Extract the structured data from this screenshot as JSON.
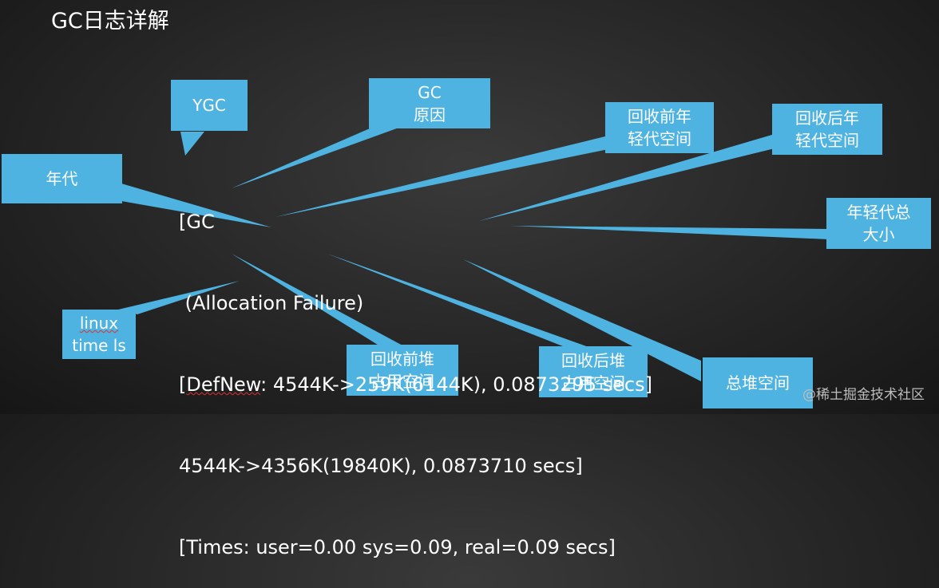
{
  "title": "GC日志详解",
  "callouts": {
    "ygc": "YGC",
    "gc_cause_line1": "GC",
    "gc_cause_line2": "原因",
    "young_before_line1": "回收前年",
    "young_before_line2": "轻代空间",
    "young_after_line1": "回收后年",
    "young_after_line2": "轻代空间",
    "generation": "年代",
    "young_total_line1": "年轻代总",
    "young_total_line2": "大小",
    "linux_time_line1": "linux",
    "linux_time_line2": "time ls",
    "heap_before_line1": "回收前堆",
    "heap_before_line2": "占用空间",
    "heap_after_line1": "回收后堆",
    "heap_after_line2": "占用空间",
    "heap_total": "总堆空间"
  },
  "log": {
    "line1": "[GC",
    "line2": " (Allocation Failure)",
    "line3_bracket": "[",
    "line3_defnew": "DefNew",
    "line3_rest": ": 4544K->259K(6144K), 0.0873295 secs]",
    "line4": "4544K->4356K(19840K), 0.0873710 secs]",
    "line5": "[Times: user=0.00 sys=0.09, real=0.09 secs]"
  },
  "watermark": "@稀土掘金技术社区",
  "colors": {
    "callout_fill": "#4eb3e0",
    "background": "#262626",
    "text": "#ffffff"
  }
}
